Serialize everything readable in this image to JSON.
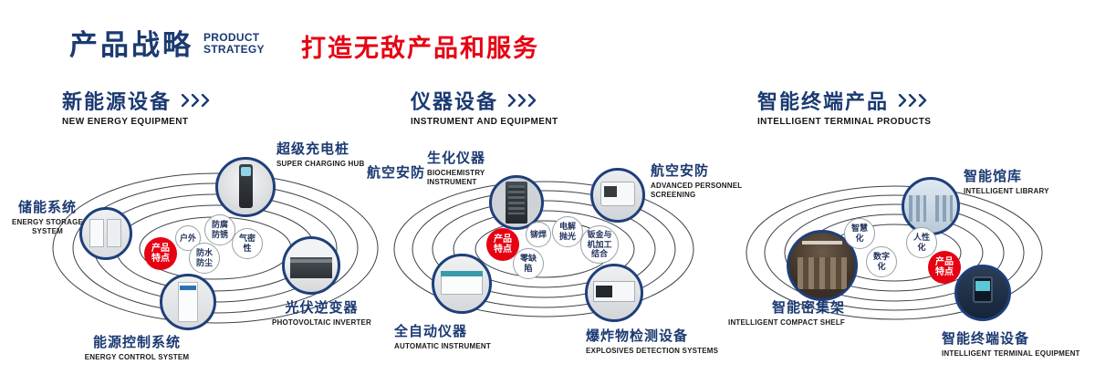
{
  "header": {
    "title_zh": "产品战略",
    "title_en_line1": "PRODUCT",
    "title_en_line2": "STRATEGY",
    "slogan": "打造无敌产品和服务"
  },
  "colors": {
    "navy": "#1b3a72",
    "red": "#e60113"
  },
  "sections": [
    {
      "title_zh": "新能源设备",
      "title_en": "NEW ENERGY EQUIPMENT",
      "center_label": "产品特点",
      "features": [
        "户外",
        "防腐防锈",
        "气密性",
        "防水防尘"
      ],
      "items": [
        {
          "zh": "储能系统",
          "en": "ENERGY STORAGE SYSTEM"
        },
        {
          "zh": "超级充电桩",
          "en": "SUPER CHARGING HUB"
        },
        {
          "zh": "光伏逆变器",
          "en": "PHOTOVOLTAIC INVERTER"
        },
        {
          "zh": "能源控制系统",
          "en": "ENERGY CONTROL SYSTEM"
        }
      ]
    },
    {
      "title_zh": "仪器设备",
      "title_en": "INSTRUMENT AND EQUIPMENT",
      "center_label": "产品特点",
      "features": [
        "铆焊",
        "电解抛光",
        "钣金与机加工结合",
        "零缺陷"
      ],
      "items": [
        {
          "zh": "航空安防",
          "en": ""
        },
        {
          "zh": "生化仪器",
          "en": "BIOCHEMISTRY INSTRUMENT"
        },
        {
          "zh": "航空安防",
          "en": "ADVANCED PERSONNEL SCREENING"
        },
        {
          "zh": "全自动仪器",
          "en": "AUTOMATIC INSTRUMENT"
        },
        {
          "zh": "爆炸物检测设备",
          "en": "EXPLOSIVES DETECTION SYSTEMS"
        }
      ]
    },
    {
      "title_zh": "智能终端产品",
      "title_en": "INTELLIGENT TERMINAL PRODUCTS",
      "center_label": "产品特点",
      "features": [
        "智慧化",
        "人性化",
        "数字化"
      ],
      "items": [
        {
          "zh": "智能馆库",
          "en": "INTELLIGENT LIBRARY"
        },
        {
          "zh": "智能密集架",
          "en": "INTELLIGENT COMPACT SHELF"
        },
        {
          "zh": "智能终端设备",
          "en": "INTELLIGENT TERMINAL EQUIPMENT"
        }
      ]
    }
  ]
}
